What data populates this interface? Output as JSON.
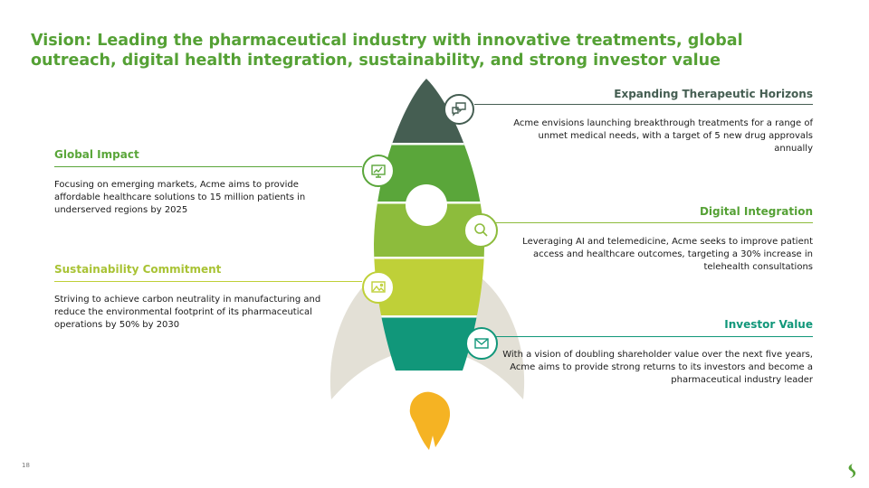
{
  "slide": {
    "title": "Vision: Leading the pharmaceutical industry with innovative treatments, global outreach, digital health integration, sustainability, and strong investor value",
    "page_number": "18"
  },
  "colors": {
    "title": "#55a135",
    "nose": "#455e52",
    "band_green": "#5aa63a",
    "band_lime": "#8dbc3c",
    "band_yellow_green": "#bfd038",
    "band_teal": "#11977a",
    "fins": "#e3e0d6",
    "flame": "#f5b323"
  },
  "sections": {
    "therapeutic": {
      "heading": "Expanding Therapeutic Horizons",
      "text": "Acme envisions launching breakthrough treatments for a range of unmet medical needs, with a target of 5 new drug approvals annually",
      "icon": "speech-bubbles-icon"
    },
    "global": {
      "heading": "Global Impact",
      "text": "Focusing on emerging markets, Acme aims to provide affordable healthcare solutions to 15 million patients in underserved regions by 2025",
      "icon": "chart-presentation-icon"
    },
    "digital": {
      "heading": "Digital Integration",
      "text": "Leveraging AI and telemedicine, Acme seeks to improve patient access and healthcare outcomes, targeting a 30% increase in telehealth consultations",
      "icon": "magnifier-icon"
    },
    "sustainability": {
      "heading": "Sustainability Commitment",
      "text": "Striving to achieve carbon neutrality in manufacturing and reduce the environmental footprint of its pharmaceutical operations by 50% by 2030",
      "icon": "landscape-image-icon"
    },
    "investor": {
      "heading": "Investor Value",
      "text": "With a vision of doubling shareholder value over the next five years, Acme aims to provide strong returns to its investors and become a pharmaceutical industry leader",
      "icon": "envelope-icon"
    }
  }
}
